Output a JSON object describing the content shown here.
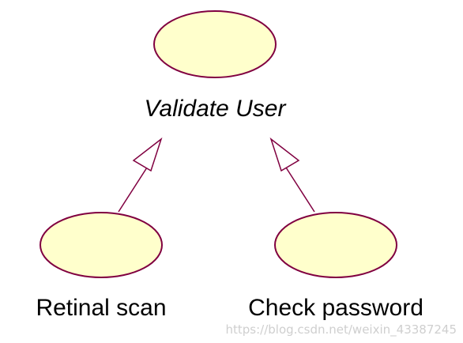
{
  "diagram": {
    "type": "use-case-generalization",
    "colors": {
      "use_case_fill": "#ffffcc",
      "use_case_stroke": "#800040",
      "relationship_stroke": "#800040",
      "text": "#000000",
      "watermark": "#cfcfcf"
    },
    "use_cases": {
      "parent": {
        "label": "Validate User"
      },
      "child_left": {
        "label": "Retinal scan"
      },
      "child_right": {
        "label": "Check password"
      }
    },
    "relationships": [
      {
        "from": "Retinal scan",
        "to": "Validate User",
        "kind": "generalization"
      },
      {
        "from": "Check password",
        "to": "Validate User",
        "kind": "generalization"
      }
    ]
  },
  "watermark": {
    "text": "https://blog.csdn.net/weixin_43387245"
  }
}
